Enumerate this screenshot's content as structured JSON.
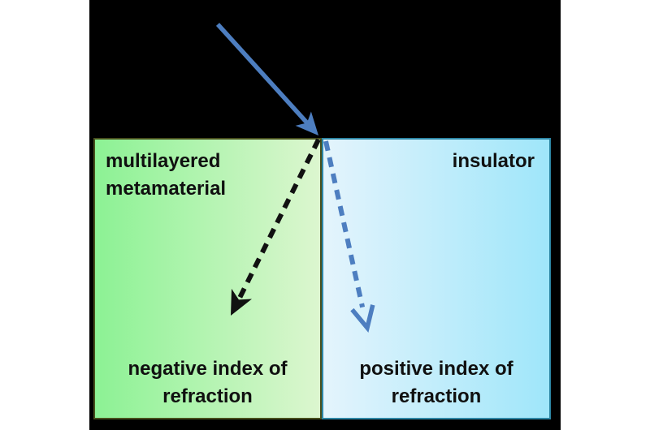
{
  "figure": {
    "left_panel": {
      "material_label_lines": [
        "multilayered",
        "metamaterial"
      ],
      "result_label_lines": [
        "negative index of",
        "refraction"
      ]
    },
    "right_panel": {
      "material_label": "insulator",
      "result_label_lines": [
        "positive index of",
        "refraction"
      ]
    }
  },
  "colors": {
    "canvas_bg": "#ffffff",
    "figure_bg": "#000000",
    "ray_blue": "#4d7ec0",
    "refracted_black": "#111111",
    "green_left": "#8cf294",
    "green_right": "#dcf6cf",
    "green_border": "#474f1c",
    "blue_left": "#e4f4fc",
    "blue_right": "#9fe6fa",
    "blue_border": "#2d86a5"
  }
}
